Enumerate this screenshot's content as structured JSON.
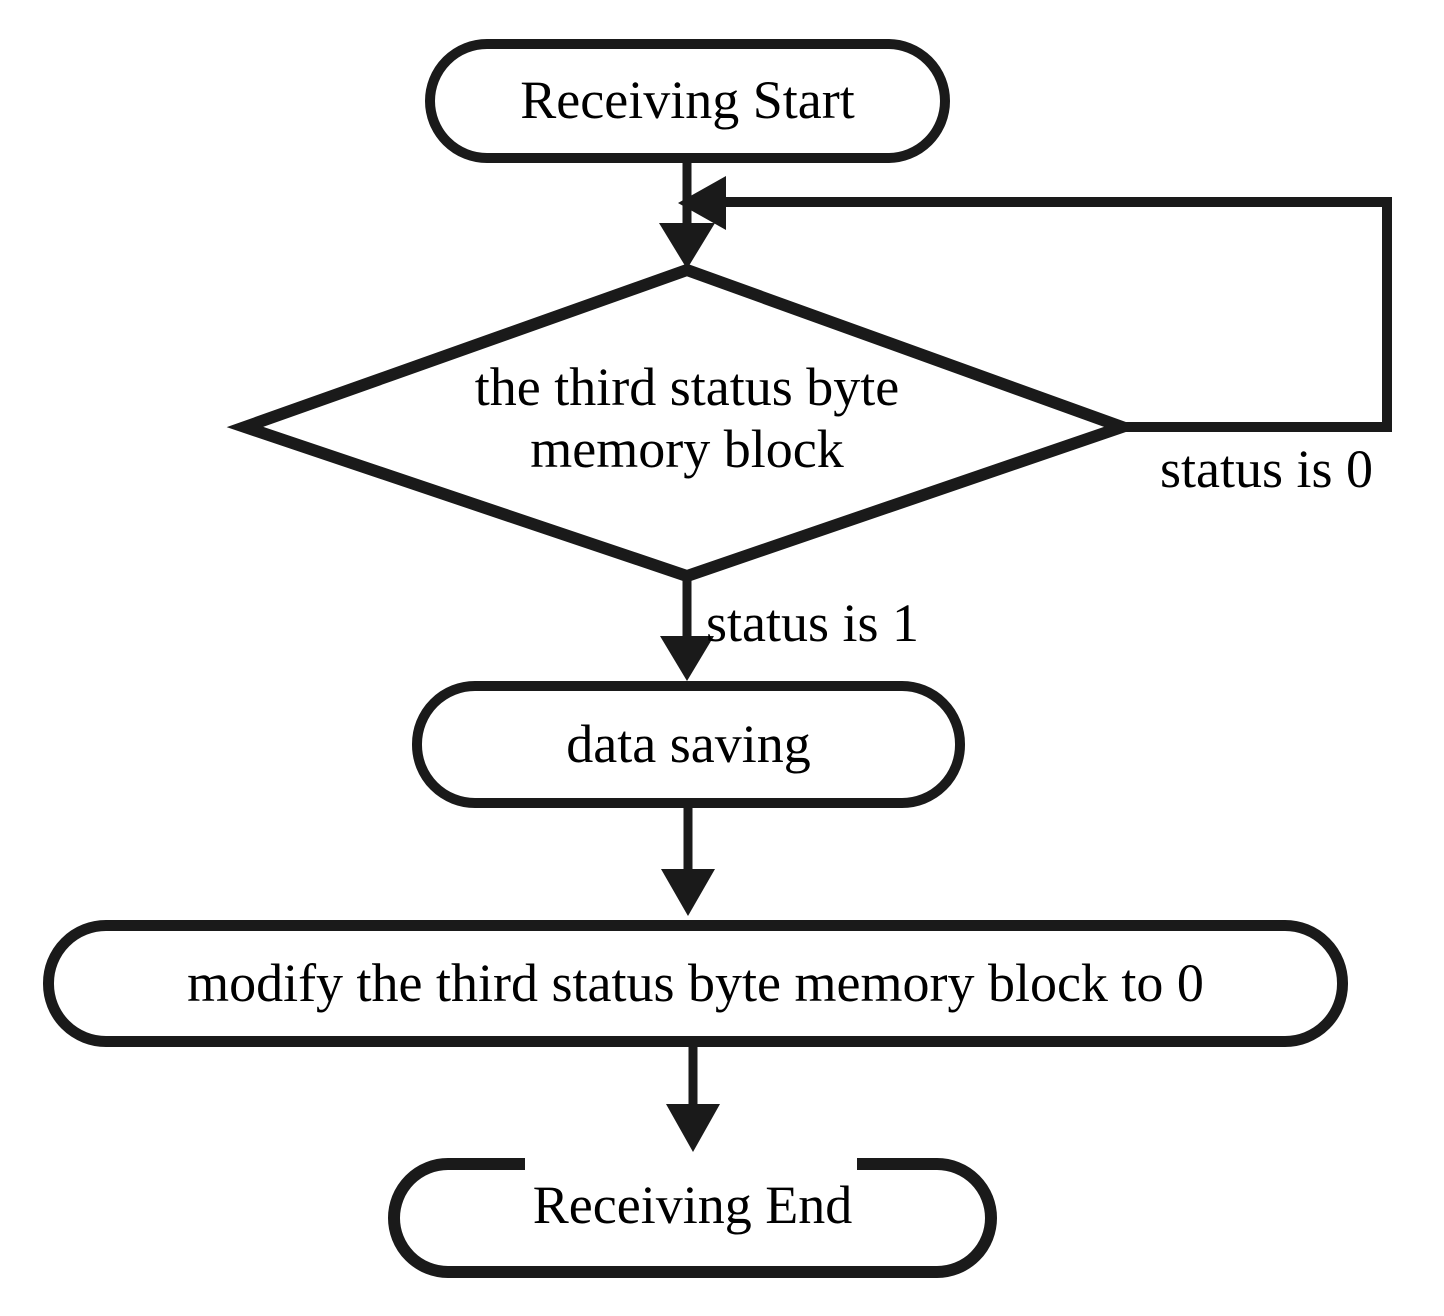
{
  "figure": {
    "background_color": "#ffffff",
    "line_color": "#1a1a1a",
    "text_color": "#000000"
  },
  "nodes": {
    "start": {
      "type": "terminator",
      "label": "Receiving Start"
    },
    "decision": {
      "type": "decision",
      "line1": "the third status byte",
      "line2": "memory block"
    },
    "data_saving": {
      "type": "process",
      "label": "data saving"
    },
    "modify": {
      "type": "process",
      "label": "modify the third status byte memory block to 0"
    },
    "end": {
      "type": "terminator",
      "label": "Receiving End"
    }
  },
  "edges": {
    "status0": {
      "label": "status is 0"
    },
    "status1": {
      "label": "status is 1"
    }
  }
}
